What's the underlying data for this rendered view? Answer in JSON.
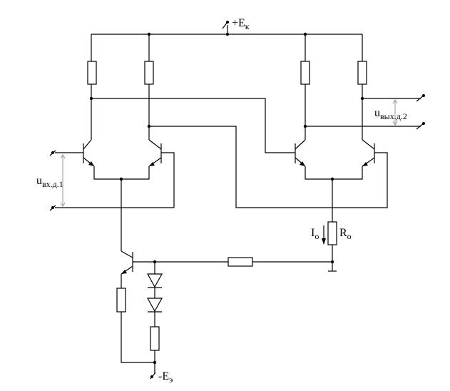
{
  "labels": {
    "supply_pos": {
      "main": "+E",
      "sub": "к"
    },
    "supply_neg": {
      "main": "-E",
      "sub": "э"
    },
    "input_diff": {
      "main": "u",
      "sub": "вх.д.1"
    },
    "output_diff": {
      "main": "u",
      "sub": "вых.д.2"
    },
    "current": {
      "main": "I",
      "sub": "o"
    },
    "resistor": {
      "main": "R",
      "sub": "o"
    }
  },
  "colors": {
    "wire": "#000000",
    "arrow": "#9a9a9a",
    "background": "#ffffff"
  }
}
